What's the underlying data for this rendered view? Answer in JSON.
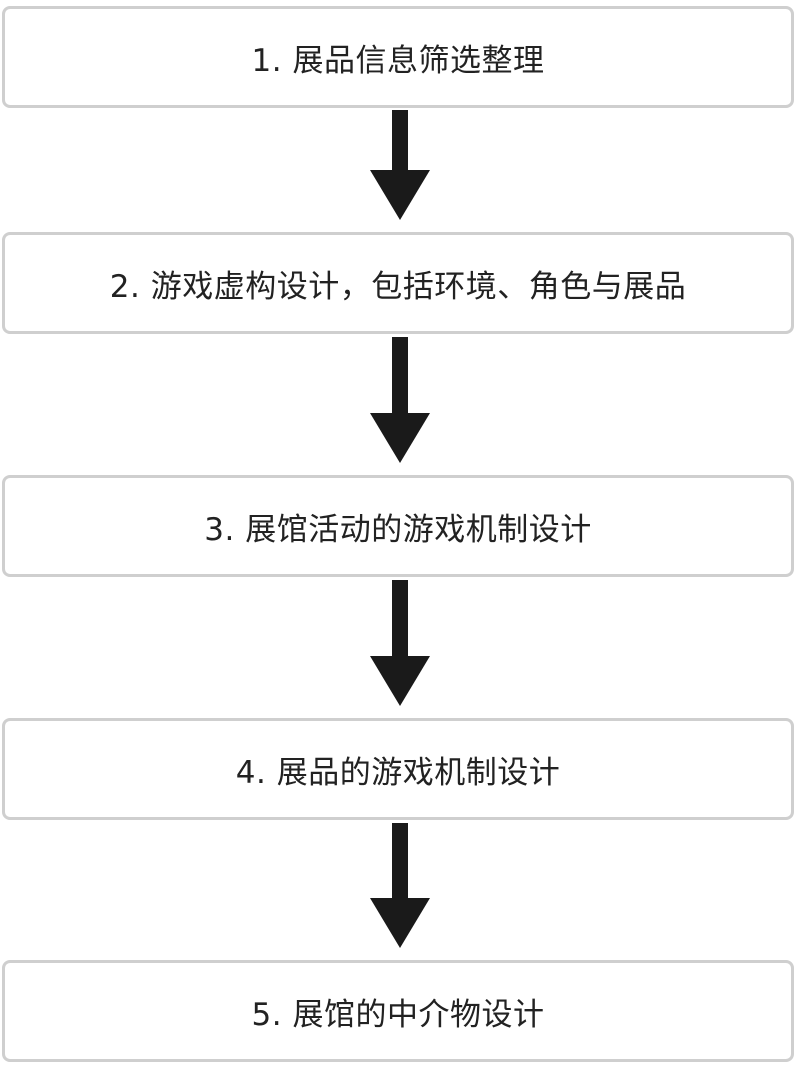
{
  "flowchart": {
    "steps": [
      {
        "label": "1. 展品信息筛选整理"
      },
      {
        "label": "2. 游戏虚构设计，包括环境、角色与展品"
      },
      {
        "label": "3. 展馆活动的游戏机制设计"
      },
      {
        "label": "4. 展品的游戏机制设计"
      },
      {
        "label": "5. 展馆的中介物设计"
      }
    ],
    "colors": {
      "box_border": "#cfcfcf",
      "arrow": "#1a1a1a",
      "text": "#222222"
    }
  }
}
